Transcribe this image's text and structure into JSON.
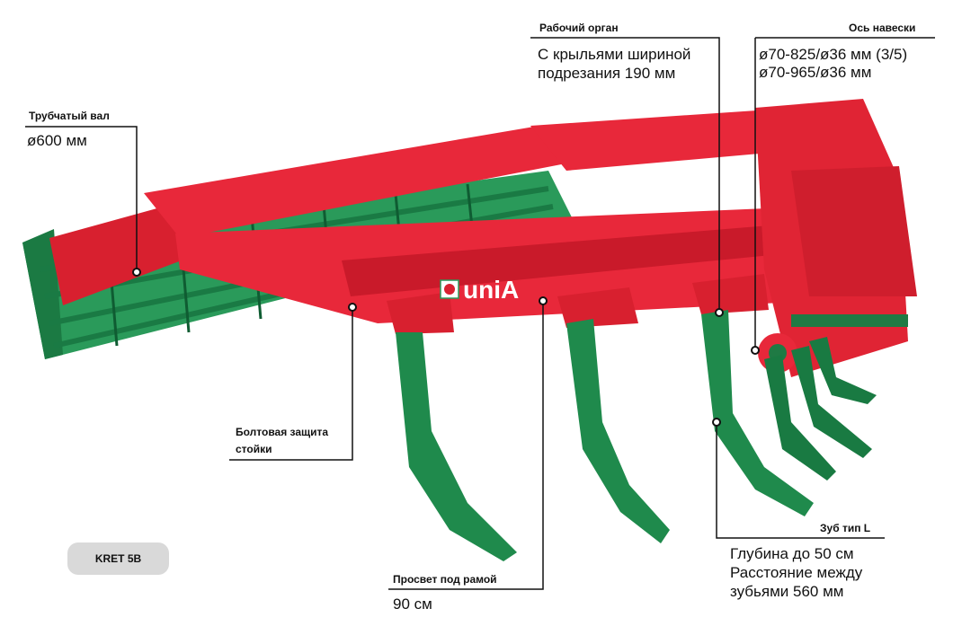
{
  "labels": {
    "roller_title": "Трубчатый вал",
    "roller_value": "ø600 мм",
    "working_title": "Рабочий орган",
    "working_value_1": "С крыльями шириной",
    "working_value_2": "подрезания 190 мм",
    "hitch_title": "Ось навески",
    "hitch_value_1": "ø70-825/ø36 мм (3/5)",
    "hitch_value_2": "ø70-965/ø36 мм",
    "bolt_title_1": "Болтовая защита",
    "bolt_title_2": "стойки",
    "clearance_title": "Просвет под рамой",
    "clearance_value": "90 см",
    "tine_title": "Зуб тип L",
    "tine_value_1": "Глубина до 50 см",
    "tine_value_2": "Расстояние между",
    "tine_value_3": "зубьями 560 мм"
  },
  "badge": {
    "model": "KRET 5B"
  },
  "brand": {
    "logo_text": "uniA"
  },
  "colors": {
    "frame_red": "#e8283a",
    "tine_green": "#1f8a4c",
    "leader_line": "#111111"
  }
}
